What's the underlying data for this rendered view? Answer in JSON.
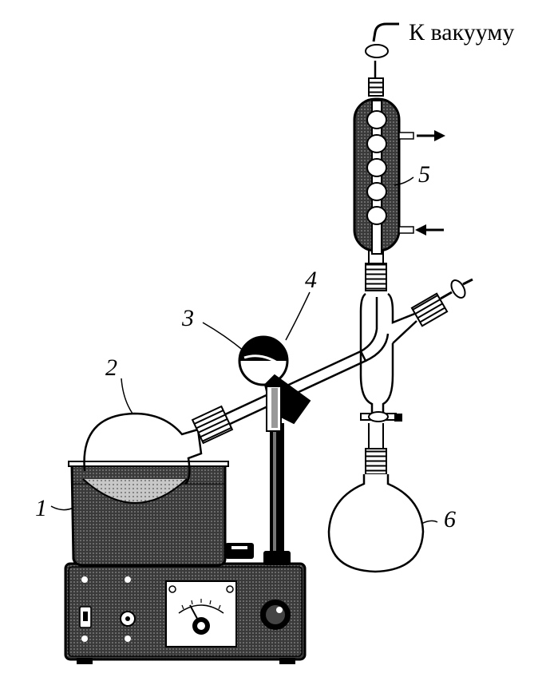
{
  "vacuum_label": "К вакууму",
  "parts": [
    {
      "id": "bath",
      "number": "1"
    },
    {
      "id": "evaporating-flask",
      "number": "2"
    },
    {
      "id": "rotating-joint",
      "number": "3"
    },
    {
      "id": "motor-drive",
      "number": "4"
    },
    {
      "id": "condenser",
      "number": "5"
    },
    {
      "id": "receiving-flask",
      "number": "6"
    }
  ]
}
